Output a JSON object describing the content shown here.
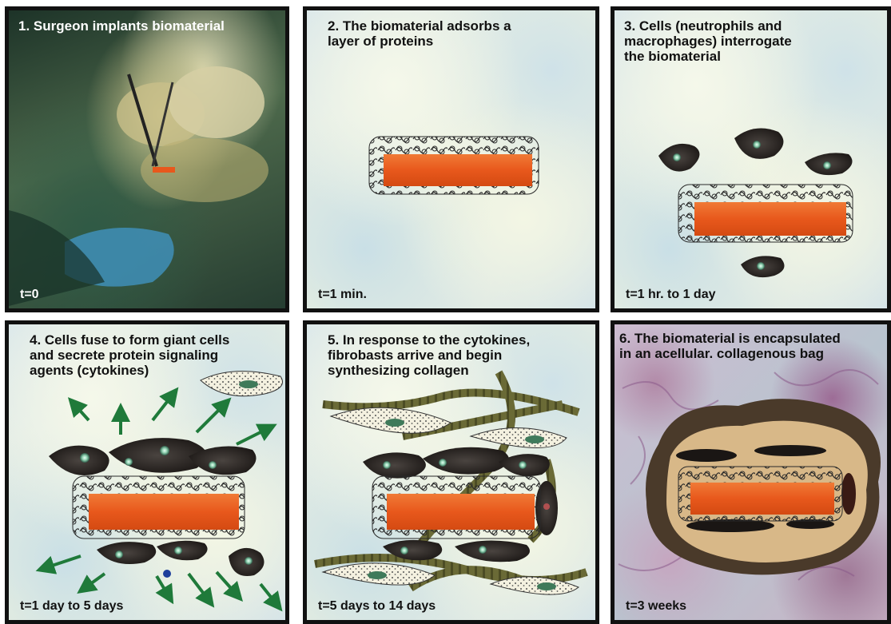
{
  "panels": [
    {
      "caption": "1. Surgeon implants biomaterial",
      "time": "t=0"
    },
    {
      "caption": "2. The biomaterial adsorbs a\nlayer of proteins",
      "time": "t=1 min."
    },
    {
      "caption": "3. Cells (neutrophils and\nmacrophages) interrogate\nthe biomaterial",
      "time": "t=1 hr. to 1 day"
    },
    {
      "caption": "4. Cells fuse to form giant cells\nand secrete protein signaling\nagents (cytokines)",
      "time": "t=1 day to 5 days"
    },
    {
      "caption": "5. In response to the cytokines,\nfibrobasts arrive and begin\nsynthesizing collagen",
      "time": "t=5 days to 14 days"
    },
    {
      "caption": "6. The biomaterial is encapsulated\nin an acellular. collagenous bag",
      "time": "t=3 weeks"
    }
  ],
  "colors": {
    "implant": "#e8581c",
    "cell": "#2a2522",
    "arrow": "#1f7a3a",
    "collagen": "#5a5a2e",
    "capsule_outer": "#4a3a2a",
    "capsule_inner": "#d8b888"
  }
}
